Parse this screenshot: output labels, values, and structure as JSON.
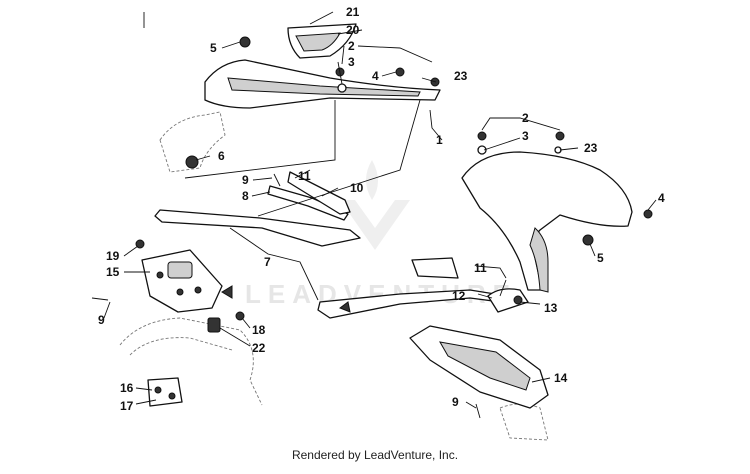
{
  "watermark": "LEADVENTURE",
  "footer": "Rendered by LeadVenture, Inc.",
  "callouts": [
    {
      "id": "c21",
      "label": "21"
    },
    {
      "id": "c20",
      "label": "20"
    },
    {
      "id": "c5a",
      "label": "5"
    },
    {
      "id": "c2a",
      "label": "2"
    },
    {
      "id": "c3a",
      "label": "3"
    },
    {
      "id": "c4a",
      "label": "4"
    },
    {
      "id": "c23a",
      "label": "23"
    },
    {
      "id": "c1",
      "label": "1"
    },
    {
      "id": "c2b",
      "label": "2"
    },
    {
      "id": "c3b",
      "label": "3"
    },
    {
      "id": "c23b",
      "label": "23"
    },
    {
      "id": "c6",
      "label": "6"
    },
    {
      "id": "c9a",
      "label": "9"
    },
    {
      "id": "c11a",
      "label": "11"
    },
    {
      "id": "c8",
      "label": "8"
    },
    {
      "id": "c10",
      "label": "10"
    },
    {
      "id": "c4b",
      "label": "4"
    },
    {
      "id": "c5b",
      "label": "5"
    },
    {
      "id": "c19",
      "label": "19"
    },
    {
      "id": "c15",
      "label": "15"
    },
    {
      "id": "c7",
      "label": "7"
    },
    {
      "id": "c11b",
      "label": "11"
    },
    {
      "id": "c12",
      "label": "12"
    },
    {
      "id": "c13",
      "label": "13"
    },
    {
      "id": "c9b",
      "label": "9"
    },
    {
      "id": "c18",
      "label": "18"
    },
    {
      "id": "c22",
      "label": "22"
    },
    {
      "id": "c14",
      "label": "14"
    },
    {
      "id": "c16",
      "label": "16"
    },
    {
      "id": "c17",
      "label": "17"
    },
    {
      "id": "c9c",
      "label": "9"
    }
  ]
}
